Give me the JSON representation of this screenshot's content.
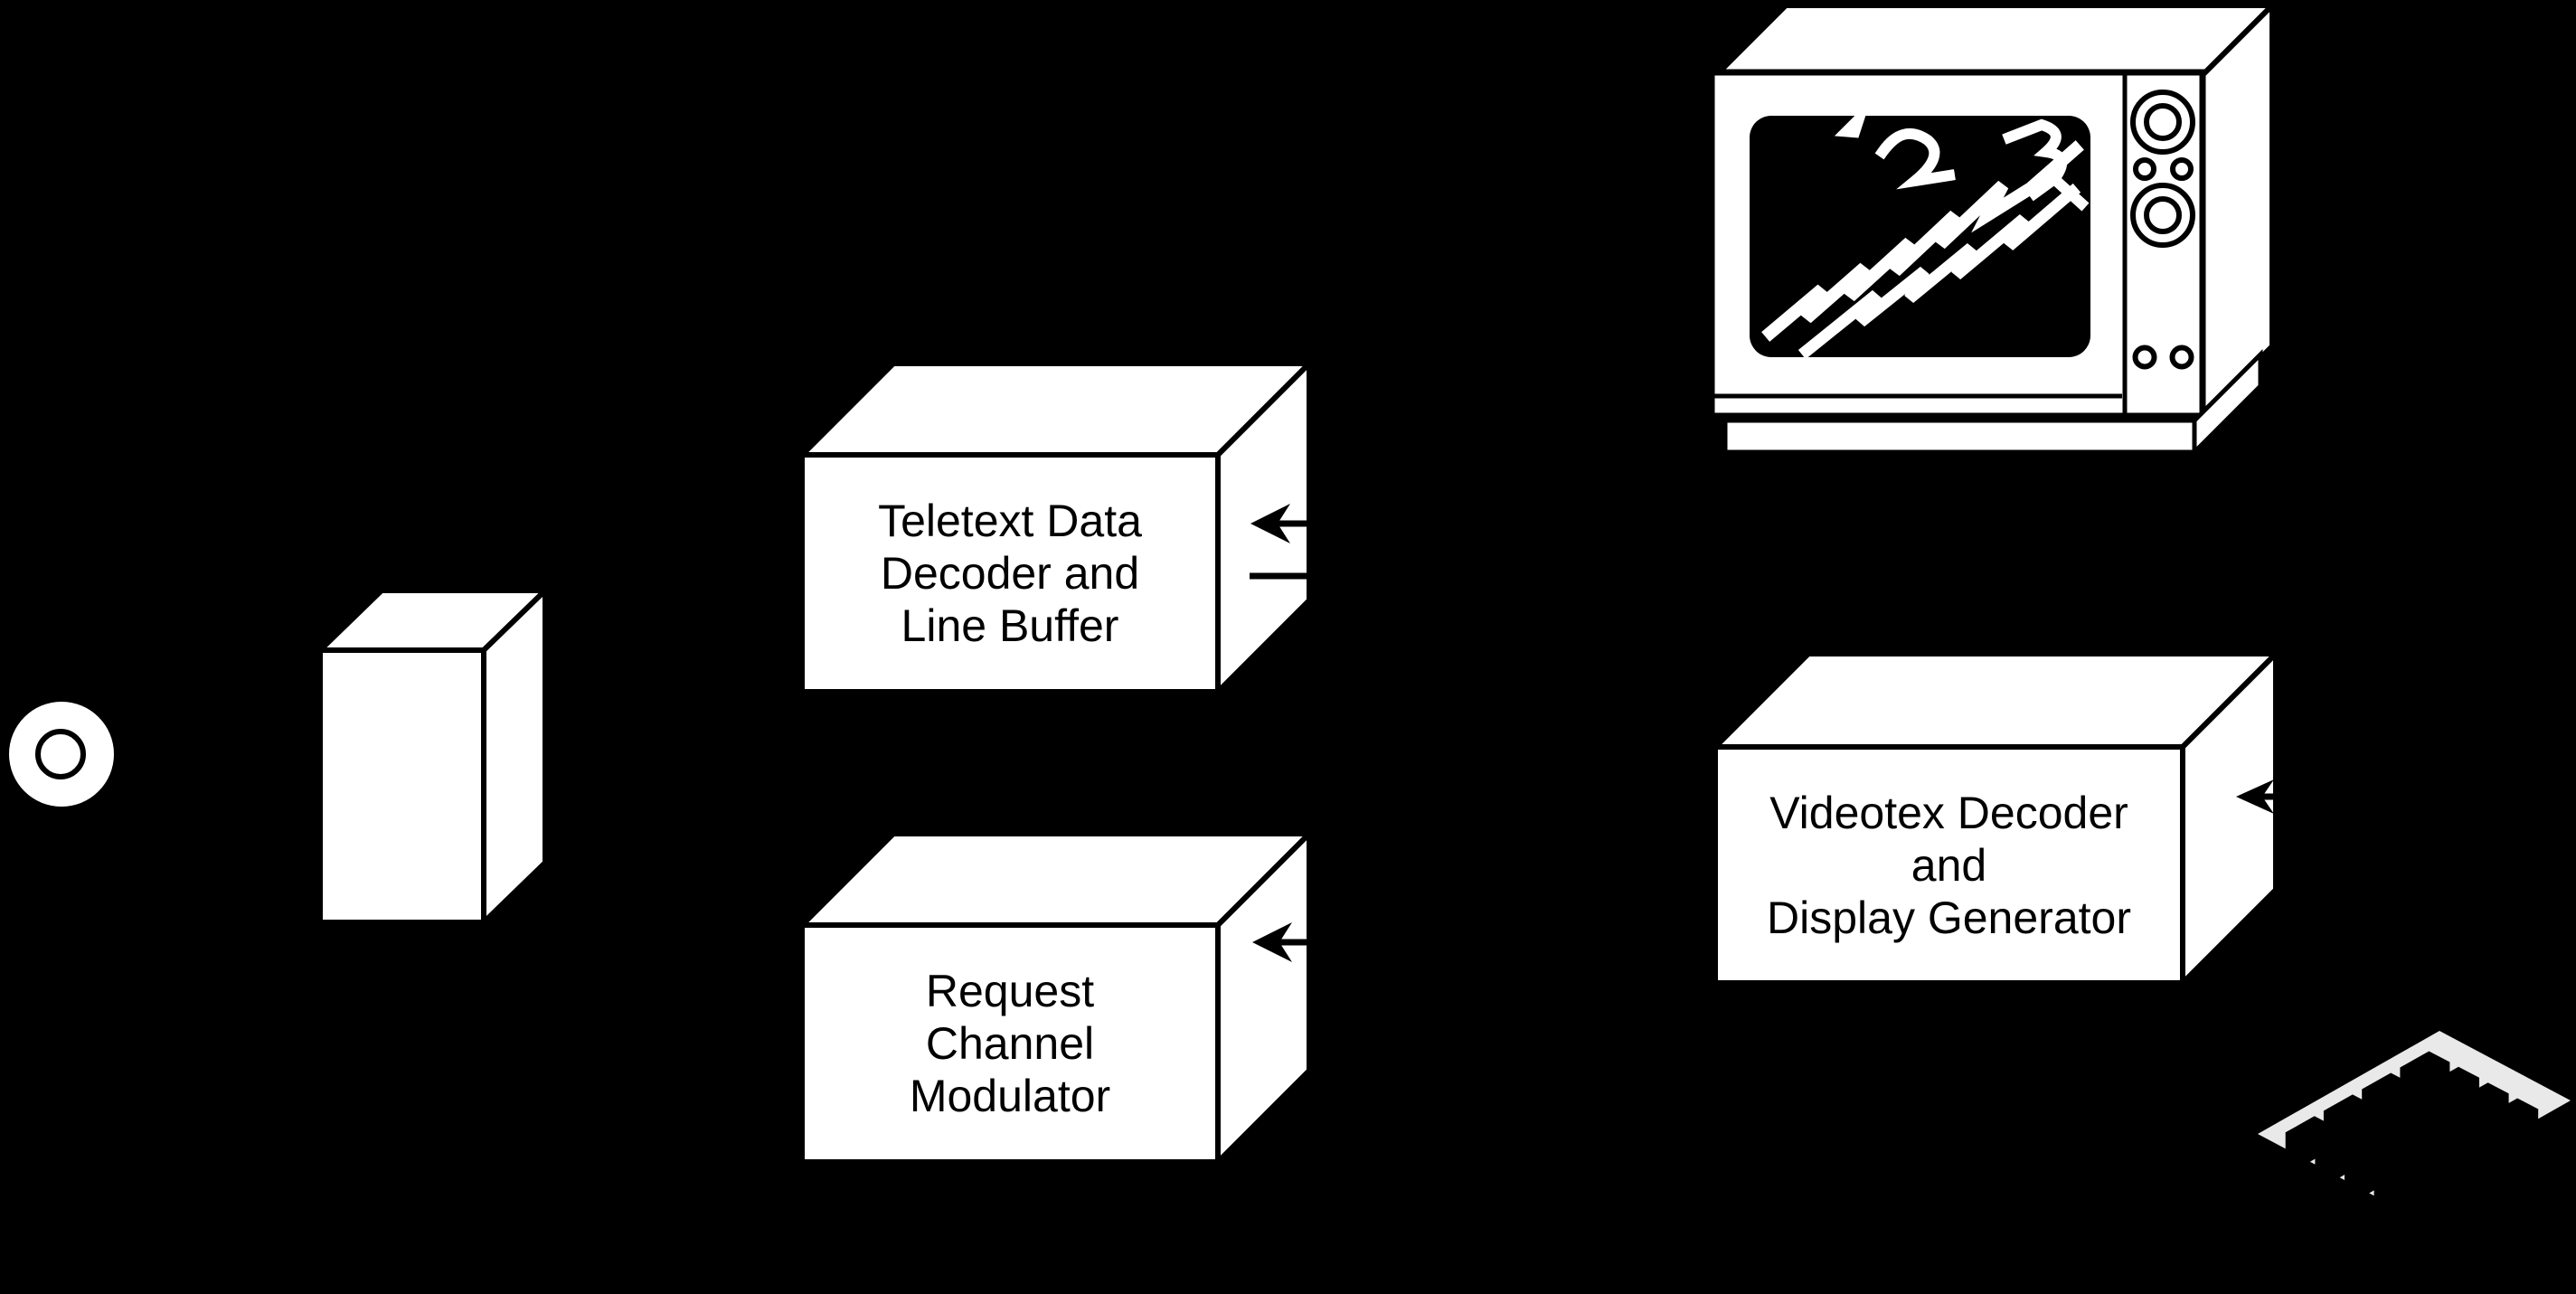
{
  "diagram": {
    "type": "block-diagram",
    "background_color": "#000000",
    "shape_fill_color": "#ffffff",
    "line_color": "#000000",
    "keypad_base_color": "#e9e9e9",
    "boxes": [
      {
        "id": "teletext-decoder",
        "lines": [
          "Teletext Data",
          "Decoder and",
          "Line Buffer"
        ]
      },
      {
        "id": "request-modulator",
        "lines": [
          "Request",
          "Channel",
          "Modulator"
        ]
      },
      {
        "id": "videotex-decoder",
        "lines": [
          "Videotex Decoder",
          "and",
          "Display Generator"
        ]
      }
    ],
    "icons": [
      {
        "name": "cable-connector-icon"
      },
      {
        "name": "converter-box"
      },
      {
        "name": "tv-set"
      },
      {
        "name": "keypad"
      },
      {
        "name": "arrow-into-teletext-box"
      },
      {
        "name": "line-out-of-teletext-box"
      },
      {
        "name": "arrow-into-request-modulator"
      },
      {
        "name": "arrow-into-videotex-decoder"
      }
    ]
  }
}
